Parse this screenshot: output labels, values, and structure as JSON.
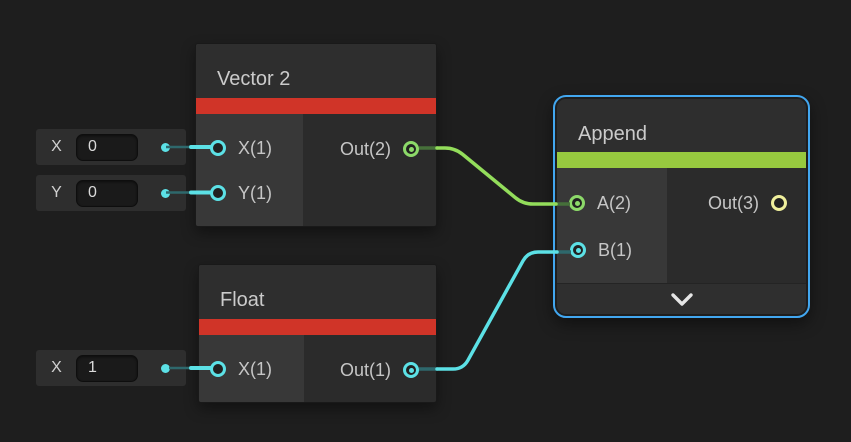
{
  "canvas": {
    "background": "#1e1e1e"
  },
  "colors": {
    "nodeBody": "#2b2b2b",
    "nodeHeader": "#2e2e2e",
    "inputSection": "#383838",
    "redAccent": "#d03428",
    "greenAccent": "#97c93f",
    "selectionBlue": "#42a7f0",
    "cyanPort": "#5ce1e6",
    "cyanDim": "#2e686c",
    "greenPort": "#8cd969",
    "greenWire": "#93dd5b",
    "greenDim": "#46703a",
    "yellowPort": "#efef9c"
  },
  "widgets": [
    {
      "label": "X",
      "value": "0"
    },
    {
      "label": "Y",
      "value": "0"
    },
    {
      "label": "X",
      "value": "1"
    }
  ],
  "nodes": {
    "vector2": {
      "title": "Vector 2",
      "inputs": [
        {
          "label": "X(1)"
        },
        {
          "label": "Y(1)"
        }
      ],
      "outputs": [
        {
          "label": "Out(2)"
        }
      ]
    },
    "float1": {
      "title": "Float",
      "inputs": [
        {
          "label": "X(1)"
        }
      ],
      "outputs": [
        {
          "label": "Out(1)"
        }
      ]
    },
    "append": {
      "title": "Append",
      "selected": true,
      "inputs": [
        {
          "label": "A(2)"
        },
        {
          "label": "B(1)"
        }
      ],
      "outputs": [
        {
          "label": "Out(3)"
        }
      ]
    }
  },
  "edges": [
    {
      "from": "Vector 2 Out(2)",
      "to": "Append A(2)",
      "color": "#93dd5b"
    },
    {
      "from": "Float Out(1)",
      "to": "Append B(1)",
      "color": "#5ce1e6"
    }
  ]
}
